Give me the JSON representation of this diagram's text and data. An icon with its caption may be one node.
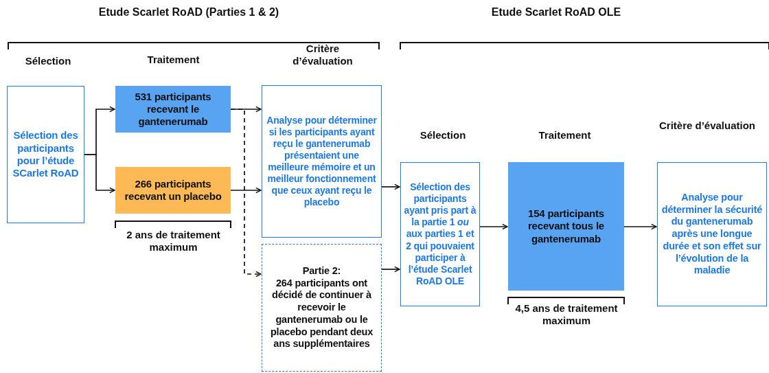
{
  "diagram": {
    "nodes": [
      {
        "text": [
          "Sélection des participants pour l’étude SCarlet RoAD"
        ]
      },
      {
        "text": [
          "531 participants recevant le gantenerumab"
        ]
      },
      {
        "text": [
          "266 participants recevant un placebo"
        ]
      },
      {
        "text": [
          "Analyse pour déterminer si les participants ayant reçu le gantenerumab présentaient une meilleure mémoire et un meilleur fonctionnement que ceux ayant reçu le placebo"
        ]
      },
      {
        "text": [
          "Partie 2:",
          "264 participants ont décidé de continuer à recevoir le gantenerumab ou le placebo pendant deux ans supplémentaires"
        ]
      },
      {
        "text": [
          "Sélection des participants ayant pris part à la partie 1 *ou* aux parties 1 et 2 qui pouvaient participer à l’étude Scarlet RoAD OLE"
        ]
      },
      {
        "text": [
          "154 participants recevant tous le gantenerumab"
        ]
      },
      {
        "text": [
          "Analyse pour déterminer la sécurité du gantenerumab après une longue durée et son effet sur l’évolution de la maladie"
        ]
      }
    ],
    "edges": [
      {
        "from": 0,
        "to": 1,
        "arrow": "to"
      },
      {
        "from": 0,
        "to": 2,
        "arrow": "to"
      },
      {
        "from": 1,
        "to": 3,
        "arrow": "to"
      },
      {
        "from": 2,
        "to": 3,
        "arrow": "to"
      },
      {
        "from": 1,
        "to": 4,
        "arrow": "to",
        "style": "dashed"
      },
      {
        "from": 3,
        "to": 5,
        "arrow": "to"
      },
      {
        "from": 4,
        "to": 5,
        "arrow": "to"
      },
      {
        "from": 5,
        "to": 6,
        "arrow": "to"
      },
      {
        "from": 6,
        "to": 7,
        "arrow": "to"
      }
    ],
    "labels": [
      "Etude Scarlet RoAD (Parties 1 & 2)",
      "Etude Scarlet RoAD OLE",
      "Sélection",
      "Traitement",
      "Critère d’évaluation",
      "Sélection",
      "Traitement",
      "Critère d’évaluation",
      "2 ans de traitement maximum",
      "4,5 ans de traitement maximum"
    ]
  }
}
